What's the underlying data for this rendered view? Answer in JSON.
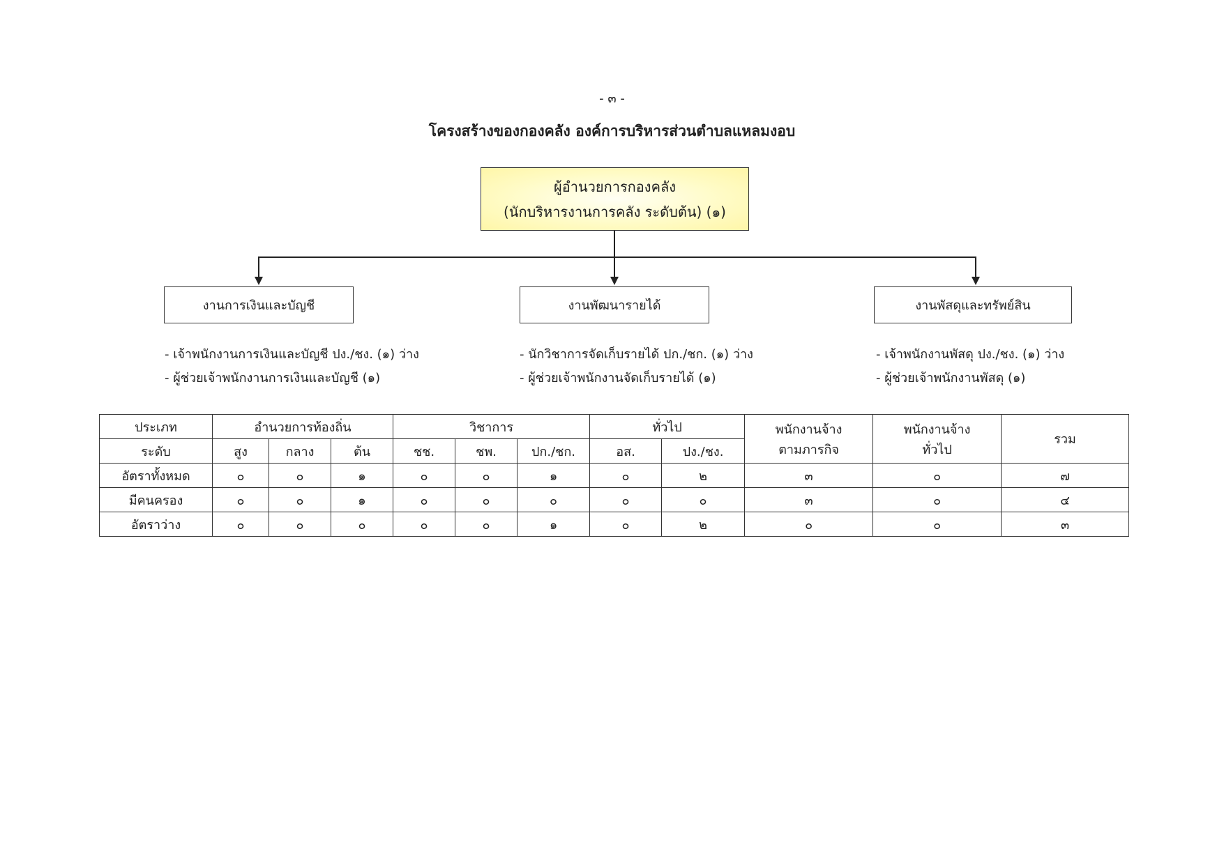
{
  "page_number": "- ๓ -",
  "title": "โครงสร้างของกองคลัง องค์การบริหารส่วนตำบลแหลมงอบ",
  "head": {
    "line1": "ผู้อำนวยการกองคลัง",
    "line2": "(นักบริหารงานการคลัง ระดับต้น) (๑)"
  },
  "sections": [
    {
      "name": "งานการเงินและบัญชี",
      "duties": [
        "- เจ้าพนักงานการเงินและบัญชี ปง./ชง. (๑) ว่าง",
        "- ผู้ช่วยเจ้าพนักงานการเงินและบัญชี (๑)"
      ]
    },
    {
      "name": "งานพัฒนารายได้",
      "duties": [
        "- นักวิชาการจัดเก็บรายได้ ปก./ชก. (๑) ว่าง",
        "- ผู้ช่วยเจ้าพนักงานจัดเก็บรายได้ (๑)"
      ]
    },
    {
      "name": "งานพัสดุและทรัพย์สิน",
      "duties": [
        "- เจ้าพนักงานพัสดุ ปง./ชง. (๑) ว่าง",
        "- ผู้ช่วยเจ้าพนักงานพัสดุ (๑)"
      ]
    }
  ],
  "table": {
    "type_label": "ประเภท",
    "level_label": "ระดับ",
    "groups": [
      "อำนวยการท้องถิ่น",
      "วิชาการ",
      "ทั่วไป"
    ],
    "contract_mission": [
      "พนักงานจ้าง",
      "ตามภารกิจ"
    ],
    "contract_general": [
      "พนักงานจ้าง",
      "ทั่วไป"
    ],
    "total_label": "รวม",
    "levels": [
      "สูง",
      "กลาง",
      "ต้น",
      "ชช.",
      "ชพ.",
      "ปก./ชก.",
      "อส.",
      "ปง./ชง."
    ],
    "rows": [
      {
        "label": "อัตราทั้งหมด",
        "values": [
          "๐",
          "๐",
          "๑",
          "๐",
          "๐",
          "๑",
          "๐",
          "๒",
          "๓",
          "๐",
          "๗"
        ]
      },
      {
        "label": "มีคนครอง",
        "values": [
          "๐",
          "๐",
          "๑",
          "๐",
          "๐",
          "๐",
          "๐",
          "๐",
          "๓",
          "๐",
          "๔"
        ]
      },
      {
        "label": "อัตราว่าง",
        "values": [
          "๐",
          "๐",
          "๐",
          "๐",
          "๐",
          "๑",
          "๐",
          "๒",
          "๐",
          "๐",
          "๓"
        ]
      }
    ]
  }
}
